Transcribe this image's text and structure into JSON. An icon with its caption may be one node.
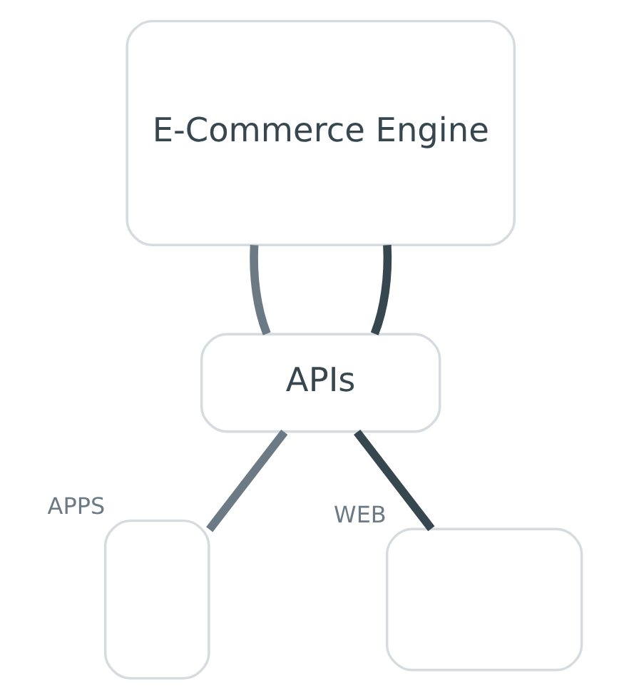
{
  "diagram": {
    "nodes": [
      {
        "text": [
          "E-Commerce Engine"
        ]
      },
      {
        "text": [
          "APIs"
        ]
      },
      {
        "text": [],
        "shape": "box",
        "beside": [
          "APPS"
        ]
      },
      {
        "text": [],
        "shape": "box",
        "beside": [
          "WEB"
        ]
      }
    ],
    "edges": [
      {
        "from": 0,
        "to": 1,
        "arrow": "none",
        "color": "#6b7a84"
      },
      {
        "from": 0,
        "to": 1,
        "arrow": "none",
        "color": "#37474f"
      },
      {
        "from": 1,
        "to": 2,
        "arrow": "none",
        "color": "#6b7a84"
      },
      {
        "from": 1,
        "to": 3,
        "arrow": "none",
        "color": "#37474f"
      }
    ]
  }
}
